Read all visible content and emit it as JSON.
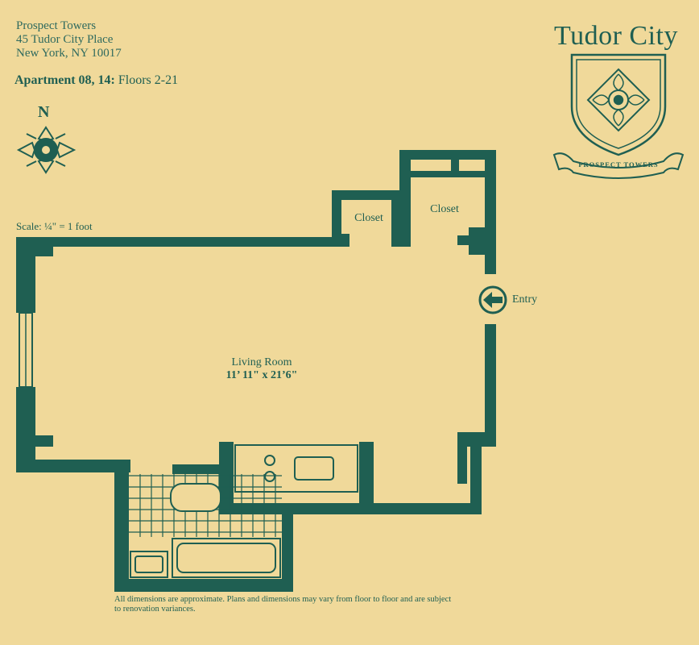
{
  "building": {
    "name": "Prospect Towers",
    "street": "45 Tudor City Place",
    "city": "New York, NY 10017"
  },
  "apartment": {
    "label": "Apartment 08, 14:",
    "floors": "Floors 2-21"
  },
  "compass": {
    "north": "N"
  },
  "scale": "Scale: ¼\" = 1 foot",
  "rooms": {
    "closet_1": "Closet",
    "closet_2": "Closet",
    "living_room": "Living Room",
    "living_room_dims": "11’ 11\" x 21’6\"",
    "entry": "Entry"
  },
  "logo": {
    "title": "Tudor City",
    "ribbon": "PROSPECT TOWERS"
  },
  "disclaimer": "All dimensions are approximate. Plans and dimensions may vary from floor to floor and are subject to renovation variances.",
  "colors": {
    "background": "#f0d99a",
    "wall": "#1f5f52",
    "text": "#1f5f52"
  }
}
